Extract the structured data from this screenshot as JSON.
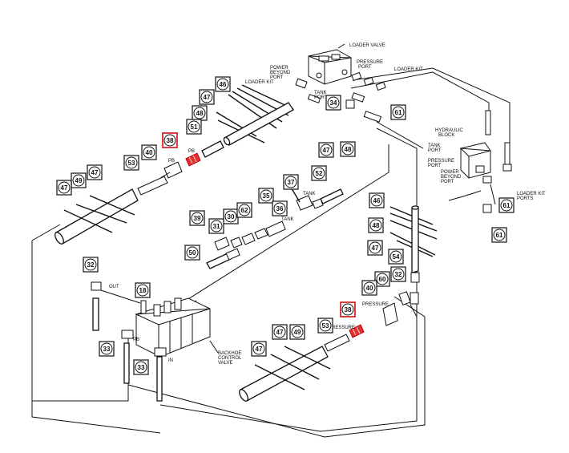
{
  "diagram": {
    "labels": {
      "loader_valve": "LOADER VALVE",
      "power_beyond_port_1": "POWER",
      "power_beyond_port_2": "BEYOND",
      "power_beyond_port_3": "PORT",
      "pressure_port_1": "PRESSURE",
      "pressure_port_2": "PORT",
      "loader_kit_right": "LOADER KIT",
      "loader_kit_left": "LOADER KIT",
      "tank_port_top_1": "TANK",
      "tank_port_top_2": "PORT",
      "hydraulic_block_1": "HYDRAULIC",
      "hydraulic_block_2": "BLOCK",
      "hb_tank_port_1": "TANK",
      "hb_tank_port_2": "PORT",
      "hb_pressure_port_1": "PRESSURE",
      "hb_pressure_port_2": "PORT",
      "hb_power_beyond_1": "POWER",
      "hb_power_beyond_2": "BEYOND",
      "hb_power_beyond_3": "PORT",
      "loader_kit_ports_1": "LOADER KIT",
      "loader_kit_ports_2": "PORTS",
      "pb_upper": "PB",
      "pb_lower": "PB",
      "pb_valve": "PB",
      "tank_mid": "TANK",
      "tank_mid2": "TANK",
      "out": "OUT",
      "in": "IN",
      "pressure_right": "PRESSURE",
      "pressure_lower": "PRESSURE",
      "backhoe_1": "BACKHOE",
      "backhoe_2": "CONTROL",
      "backhoe_3": "VALVE"
    },
    "callouts": [
      {
        "id": "c46a",
        "n": "46",
        "shape": "circle",
        "highlight": false
      },
      {
        "id": "c47a",
        "n": "47",
        "shape": "circle",
        "highlight": false
      },
      {
        "id": "c48a",
        "n": "48",
        "shape": "circle",
        "highlight": false
      },
      {
        "id": "c51",
        "n": "51",
        "shape": "circle",
        "highlight": false
      },
      {
        "id": "c38a",
        "n": "38",
        "shape": "circle",
        "highlight": true
      },
      {
        "id": "c40a",
        "n": "40",
        "shape": "circle",
        "highlight": false
      },
      {
        "id": "c53a",
        "n": "53",
        "shape": "circle",
        "highlight": false
      },
      {
        "id": "c47b",
        "n": "47",
        "shape": "circle",
        "highlight": false
      },
      {
        "id": "c49a",
        "n": "49",
        "shape": "circle",
        "highlight": false
      },
      {
        "id": "c47c",
        "n": "47",
        "shape": "circle",
        "highlight": false
      },
      {
        "id": "c34",
        "n": "34",
        "shape": "circle",
        "highlight": false
      },
      {
        "id": "c61a",
        "n": "61",
        "shape": "circle",
        "highlight": false
      },
      {
        "id": "c47d",
        "n": "47",
        "shape": "circle",
        "highlight": false
      },
      {
        "id": "c48b",
        "n": "48",
        "shape": "circle",
        "highlight": false
      },
      {
        "id": "c37",
        "n": "37",
        "shape": "circle",
        "highlight": false
      },
      {
        "id": "c52",
        "n": "52",
        "shape": "circle",
        "highlight": false
      },
      {
        "id": "c35",
        "n": "35",
        "shape": "circle",
        "highlight": false
      },
      {
        "id": "c36",
        "n": "36",
        "shape": "circle",
        "highlight": false
      },
      {
        "id": "c39",
        "n": "39",
        "shape": "circle",
        "highlight": false
      },
      {
        "id": "c30",
        "n": "30",
        "shape": "circle",
        "highlight": false
      },
      {
        "id": "c62",
        "n": "62",
        "shape": "circle",
        "highlight": false
      },
      {
        "id": "c31",
        "n": "31",
        "shape": "circle",
        "highlight": false
      },
      {
        "id": "c50",
        "n": "50",
        "shape": "circle",
        "highlight": false
      },
      {
        "id": "c61b",
        "n": "61",
        "shape": "circle",
        "highlight": false
      },
      {
        "id": "c61c",
        "n": "61",
        "shape": "circle",
        "highlight": false
      },
      {
        "id": "c46b",
        "n": "46",
        "shape": "circle",
        "highlight": false
      },
      {
        "id": "c48c",
        "n": "48",
        "shape": "circle",
        "highlight": false
      },
      {
        "id": "c47e",
        "n": "47",
        "shape": "circle",
        "highlight": false
      },
      {
        "id": "c54",
        "n": "54",
        "shape": "circle",
        "highlight": false
      },
      {
        "id": "c32a",
        "n": "32",
        "shape": "circle",
        "highlight": false
      },
      {
        "id": "c32b",
        "n": "32",
        "shape": "circle",
        "highlight": false
      },
      {
        "id": "c60",
        "n": "60",
        "shape": "circle",
        "highlight": false
      },
      {
        "id": "c40b",
        "n": "40",
        "shape": "circle",
        "highlight": false
      },
      {
        "id": "c18",
        "n": "18",
        "shape": "circle",
        "highlight": false
      },
      {
        "id": "c38b",
        "n": "38",
        "shape": "circle",
        "highlight": true
      },
      {
        "id": "c47f",
        "n": "47",
        "shape": "circle",
        "highlight": false
      },
      {
        "id": "c49b",
        "n": "49",
        "shape": "circle",
        "highlight": false
      },
      {
        "id": "c53b",
        "n": "53",
        "shape": "circle",
        "highlight": false
      },
      {
        "id": "c47g",
        "n": "47",
        "shape": "circle",
        "highlight": false
      },
      {
        "id": "c33a",
        "n": "33",
        "shape": "circle",
        "highlight": false
      },
      {
        "id": "c33b",
        "n": "33",
        "shape": "circle",
        "highlight": false
      }
    ]
  }
}
